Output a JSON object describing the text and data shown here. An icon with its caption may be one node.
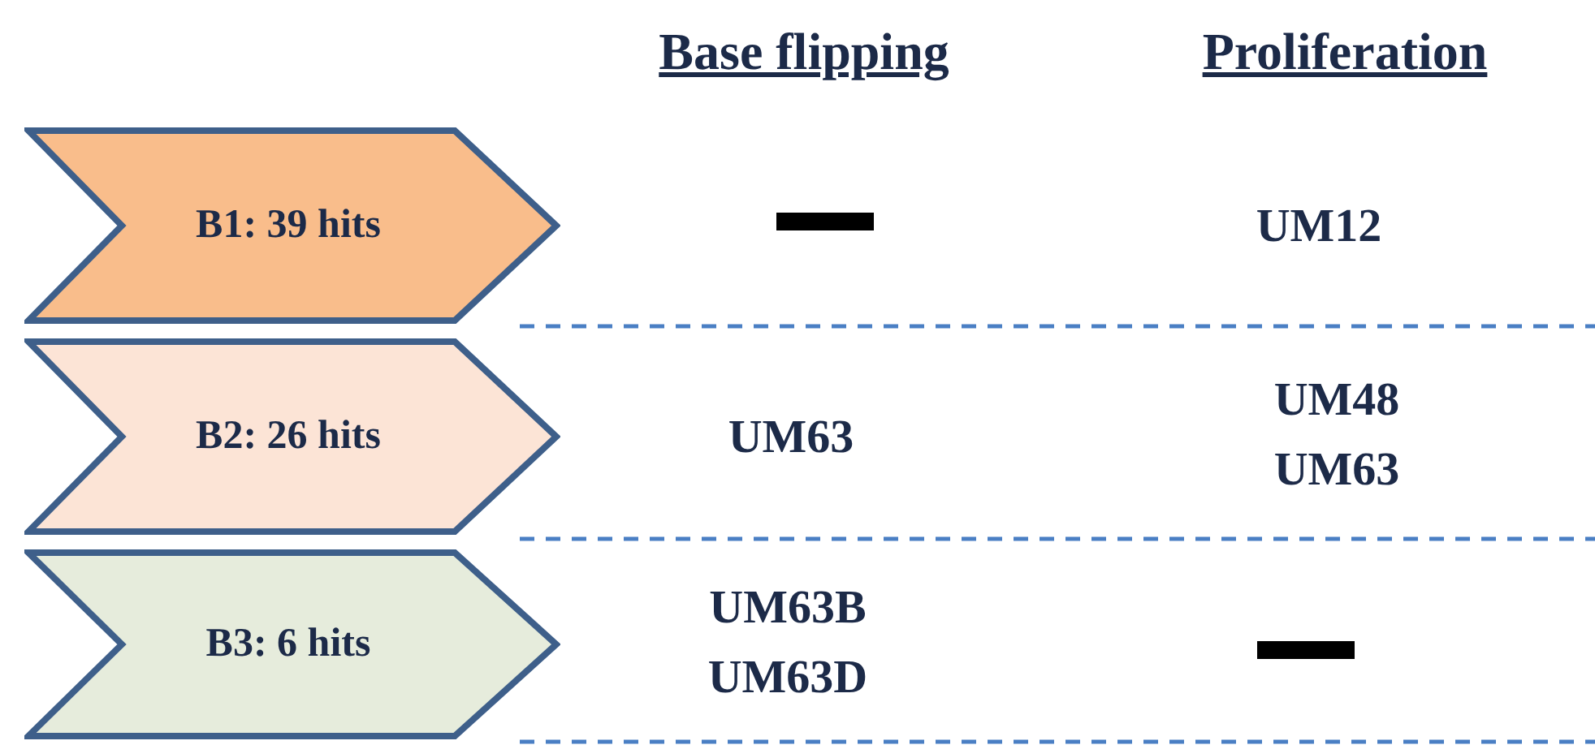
{
  "diagram": {
    "nodes": [
      {
        "text": [
          "B1: 39 hits"
        ]
      },
      {
        "text": [
          "B2: 26 hits"
        ]
      },
      {
        "text": [
          "B3: 6 hits"
        ]
      }
    ],
    "edges": [],
    "labels": [
      "Base flipping",
      "Proliferation",
      "UM12",
      "UM63",
      "UM48",
      "UM63",
      "UM63B",
      "UM63D"
    ]
  }
}
